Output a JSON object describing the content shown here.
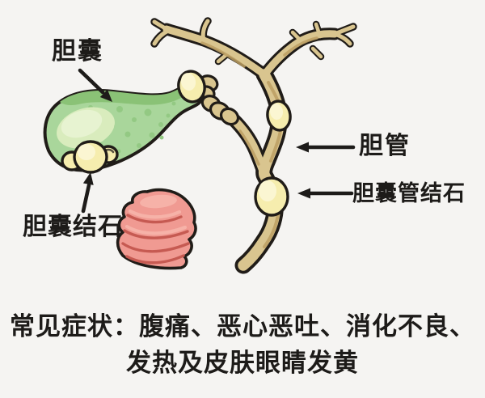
{
  "diagram": {
    "annotations": {
      "gallbladder": {
        "label": "胆囊"
      },
      "bile_duct": {
        "label": "胆管"
      },
      "cystic_duct_stone": {
        "label": "胆囊管结石"
      },
      "gallbladder_stone": {
        "label": "胆囊结石"
      }
    }
  },
  "caption": {
    "line1": "常见症状：腹痛、恶心恶吐、消化不良、",
    "line2": "发热及皮肤眼睛发黄"
  },
  "colors": {
    "bg": "#f5f4f2",
    "text": "#1d1b19",
    "outline": "#201c18",
    "green": "#a9d69b",
    "green-dark": "#8ac276",
    "green-spot": "#93c983",
    "green-hi": "#d9ecbd",
    "green-hi2": "#e7f3d1",
    "tan": "#d9c58f",
    "tan-dark": "#bb9d63",
    "stone": "#f6edae",
    "stone-hi": "#fbf6d2",
    "pink": "#f09a92",
    "pink-dark": "#c65a52",
    "pink-hi": "#f6b5ab"
  }
}
